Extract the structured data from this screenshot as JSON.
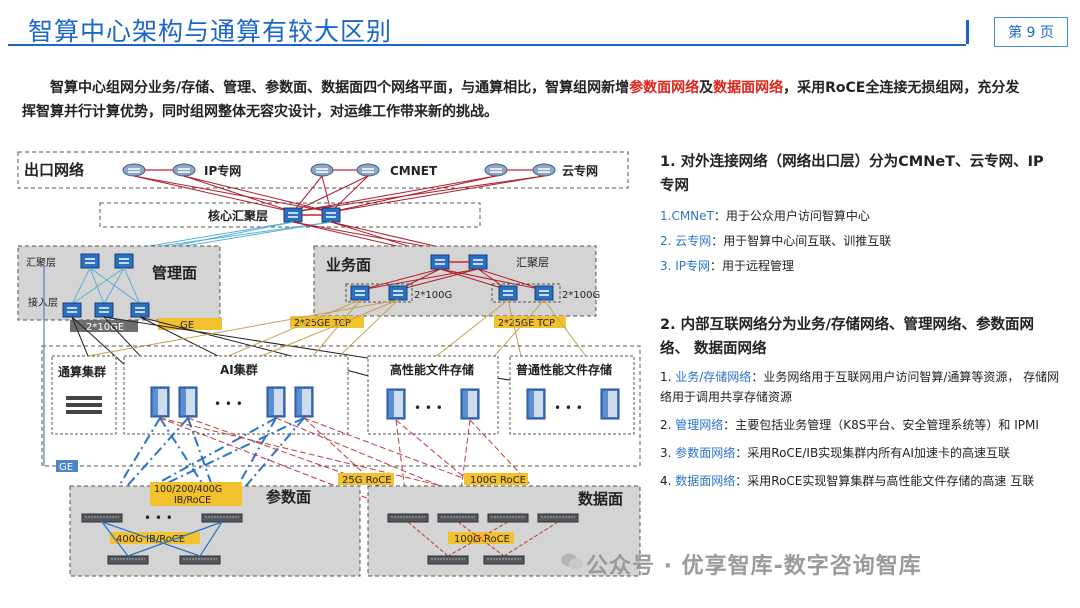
{
  "header": {
    "title": "智算中心架构与通算有较大区别",
    "page": "第 9 页"
  },
  "intro": {
    "part1": "智算中心组网分业务/存储、管理、参数面、数据面四个网络平面，与通算相比，智算组网新增",
    "red1": "参数面网络",
    "mid": "及",
    "red2": "数据面网络",
    "part2": "，采用RoCE全连接无损组网，充分发挥智算并行计算优势，同时组网整体无容灾设计，对运维工作带来新的挑战。"
  },
  "diagram": {
    "egress_label": "出口网络",
    "ip_net": "IP专网",
    "cmnet": "CMNET",
    "cloud_net": "云专网",
    "core_label": "核心汇聚层",
    "agg_label_left": "汇聚层",
    "mgmt_label": "管理面",
    "access_label": "接入层",
    "link_2x10ge": "2*10GE",
    "link_ge": "GE",
    "biz_label": "业务面",
    "agg_label_right": "汇聚层",
    "link_2x100g_a": "2*100G",
    "link_2x100g_b": "2*100G",
    "link_2x25ge_a": "2*25GE TCP",
    "link_2x25ge_b": "2*25GE TCP",
    "general_cluster": "通算集群",
    "ai_cluster": "AI集群",
    "hp_storage": "高性能文件存储",
    "normal_storage": "普通性能文件存储",
    "link_ge_bottom": "GE",
    "link_25g_roce": "25G RoCE",
    "link_100g_roce": "100G RoCE",
    "link_ib_roce": "100/200/400G IB/RoCE",
    "param_label": "参数面",
    "link_400g": "400G  IB/RoCE",
    "data_label": "数据面",
    "link_100g_roce_bottom": "100G RoCE",
    "dots": "• • •"
  },
  "right": {
    "h1": "1. 对外连接网络（网络出口层）分为CMNeT、云专网、IP 专网",
    "items1": [
      {
        "key": "1.CMNeT",
        "text": "：用于公众用户访问智算中心"
      },
      {
        "key": "2. 云专网",
        "text": "：用于智算中心间互联、训推互联"
      },
      {
        "key": "3. IP专网",
        "text": "：用于远程管理"
      }
    ],
    "h2": "2. 内部互联网络分为业务/存储网络、管理网络、参数面网络、 数据面网络",
    "items2": [
      {
        "prefix": "1. ",
        "key": "业务/存储网络",
        "text": "：业务网络用于互联网用户访问智算/通算等资源，  存储网络用于调用共享存储资源"
      },
      {
        "prefix": "2. ",
        "key": "管理网络",
        "text": "：主要包括业务管理（K8S平台、安全管理系统等）和 IPMI"
      },
      {
        "prefix": "3. ",
        "key": "参数面网络",
        "text": "：采用RoCE/IB实现集群内所有AI加速卡的高速互联"
      },
      {
        "prefix": "4. ",
        "key": "数据面网络",
        "text": "：采用RoCE实现智算集群与高性能文件存储的高速 互联"
      }
    ]
  },
  "watermark": "公众号 · 优享智库-数字咨询智库",
  "colors": {
    "accent": "#1b66c9",
    "highlight": "#e0241b",
    "link_blue": "#2a74c9"
  }
}
